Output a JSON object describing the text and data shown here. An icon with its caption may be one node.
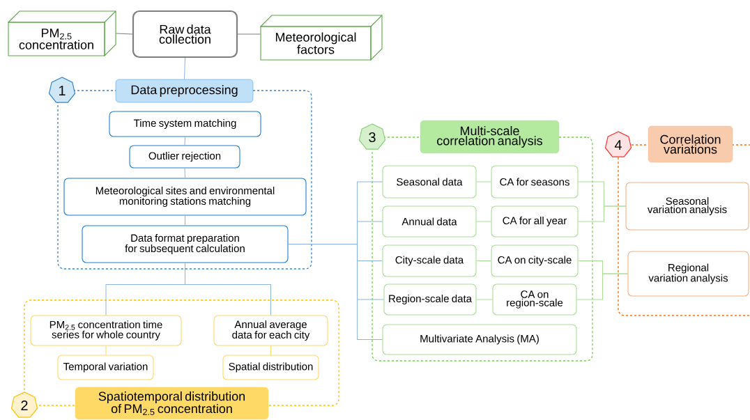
{
  "diagram": {
    "nodes": [
      {
        "text": [
          "PM$_{2.5}$ concentration"
        ]
      },
      {
        "text": [
          "Raw data collection"
        ]
      },
      {
        "text": [
          "Meteorological factors"
        ]
      },
      {
        "text": [
          "Data preprocessing"
        ],
        "beside": [
          "1"
        ]
      },
      {
        "text": [
          "Time system matching"
        ],
        "in": 3
      },
      {
        "text": [
          "Outlier rejection"
        ],
        "in": 3
      },
      {
        "text": [
          "Meteorological sites and environmental monitoring stations matching"
        ],
        "in": 3
      },
      {
        "text": [
          "Data format preparation for subsequent calculation"
        ],
        "in": 3
      },
      {
        "text": [
          "Spatiotemporal distribution of PM$_{2.5}$ concentration"
        ],
        "beside": [
          "2"
        ]
      },
      {
        "text": [
          "PM$_{2.5}$ concentration time series for whole country"
        ],
        "in": 8
      },
      {
        "text": [
          "Annual average data for each city"
        ],
        "in": 8
      },
      {
        "text": [
          "Temporal variation"
        ],
        "in": 8
      },
      {
        "text": [
          "Spatial distribution"
        ],
        "in": 8
      },
      {
        "text": [
          "Multi-scale correlation analysis"
        ],
        "beside": [
          "3"
        ]
      },
      {
        "text": [
          "Seasonal data"
        ],
        "in": 13
      },
      {
        "text": [
          "CA for seasons"
        ],
        "in": 13
      },
      {
        "text": [
          "Annual data"
        ],
        "in": 13
      },
      {
        "text": [
          "CA for all year"
        ],
        "in": 13
      },
      {
        "text": [
          "City-scale data"
        ],
        "in": 13
      },
      {
        "text": [
          "CA on city-scale"
        ],
        "in": 13
      },
      {
        "text": [
          "Region-scale data"
        ],
        "in": 13
      },
      {
        "text": [
          "CA on region-scale"
        ],
        "in": 13
      },
      {
        "text": [
          "Multivariate Analysis (MA)"
        ],
        "in": 13
      },
      {
        "text": [
          "Correlation variations"
        ],
        "beside": [
          "4"
        ]
      },
      {
        "text": [
          "Seasonal variation analysis"
        ],
        "in": 23
      },
      {
        "text": [
          "Regional variation analysis"
        ],
        "in": 23
      }
    ],
    "edges": [
      {
        "from": 0,
        "to": 1,
        "arrow": "none",
        "color": "#7f7f7f"
      },
      {
        "from": 1,
        "to": 2,
        "arrow": "none",
        "color": "#7f7f7f"
      },
      {
        "from": 1,
        "to": 3,
        "arrow": "none"
      },
      {
        "from": 4,
        "to": 5,
        "arrow": "none"
      },
      {
        "from": 5,
        "to": 6,
        "arrow": "none"
      },
      {
        "from": 6,
        "to": 7,
        "arrow": "none"
      },
      {
        "from": 7,
        "to": 9,
        "arrow": "none"
      },
      {
        "from": 7,
        "to": 10,
        "arrow": "none"
      },
      {
        "from": 9,
        "to": 11,
        "arrow": "none",
        "color": "#ffd966"
      },
      {
        "from": 10,
        "to": 12,
        "arrow": "none",
        "color": "#ffd966"
      },
      {
        "from": 7,
        "to": 14,
        "arrow": "none"
      },
      {
        "from": 7,
        "to": 16,
        "arrow": "none"
      },
      {
        "from": 7,
        "to": 18,
        "arrow": "none"
      },
      {
        "from": 7,
        "to": 20,
        "arrow": "none"
      },
      {
        "from": 7,
        "to": 22,
        "arrow": "none"
      },
      {
        "from": 14,
        "to": 15,
        "arrow": "none",
        "color": "#a9dd94"
      },
      {
        "from": 16,
        "to": 17,
        "arrow": "none",
        "color": "#a9dd94"
      },
      {
        "from": 18,
        "to": 19,
        "arrow": "none",
        "color": "#a9dd94"
      },
      {
        "from": 20,
        "to": 21,
        "arrow": "none",
        "color": "#a9dd94"
      },
      {
        "from": 15,
        "to": 24,
        "arrow": "none",
        "color": "#a9dd94"
      },
      {
        "from": 17,
        "to": 24,
        "arrow": "none",
        "color": "#a9dd94"
      },
      {
        "from": 19,
        "to": 25,
        "arrow": "none",
        "color": "#a9dd94"
      },
      {
        "from": 21,
        "to": 25,
        "arrow": "none",
        "color": "#a9dd94"
      }
    ]
  }
}
